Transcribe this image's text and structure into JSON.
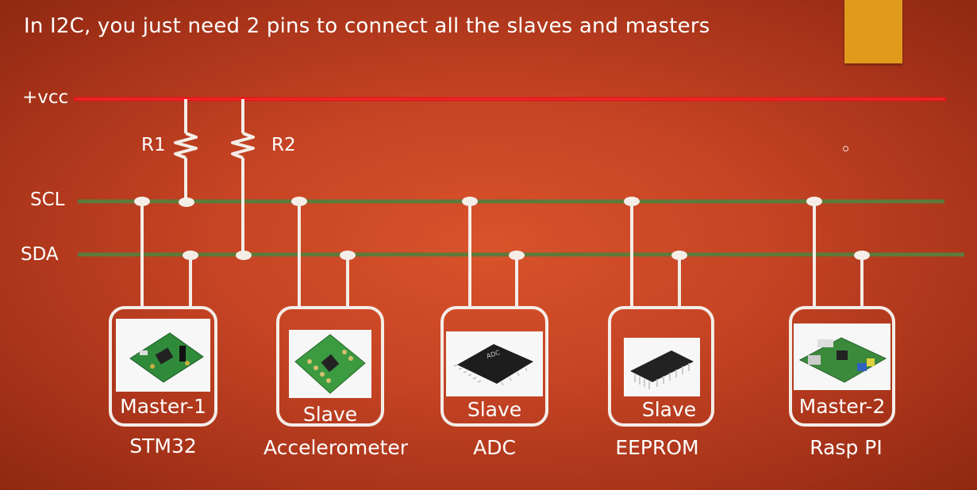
{
  "title": "In I2C, you just need 2 pins to connect all the slaves and masters",
  "buses": {
    "vcc": "+vcc",
    "scl": "SCL",
    "sda": "SDA"
  },
  "resistors": {
    "r1": "R1",
    "r2": "R2"
  },
  "devices": [
    {
      "role": "Master-1",
      "name": "STM32",
      "image": "stm32-board"
    },
    {
      "role": "Slave",
      "name": "Accelerometer",
      "image": "accelerometer-module"
    },
    {
      "role": "Slave",
      "name": "ADC",
      "image": "adc-chip"
    },
    {
      "role": "Slave",
      "name": "EEPROM",
      "image": "eeprom-chip"
    },
    {
      "role": "Master-2",
      "name": "Rasp PI",
      "image": "raspberry-pi-board"
    }
  ],
  "colors": {
    "vcc_line": "#e8141a",
    "bus_line": "#5e7a3a",
    "accent_box": "#e09a1c",
    "wire": "#f4ede8"
  }
}
